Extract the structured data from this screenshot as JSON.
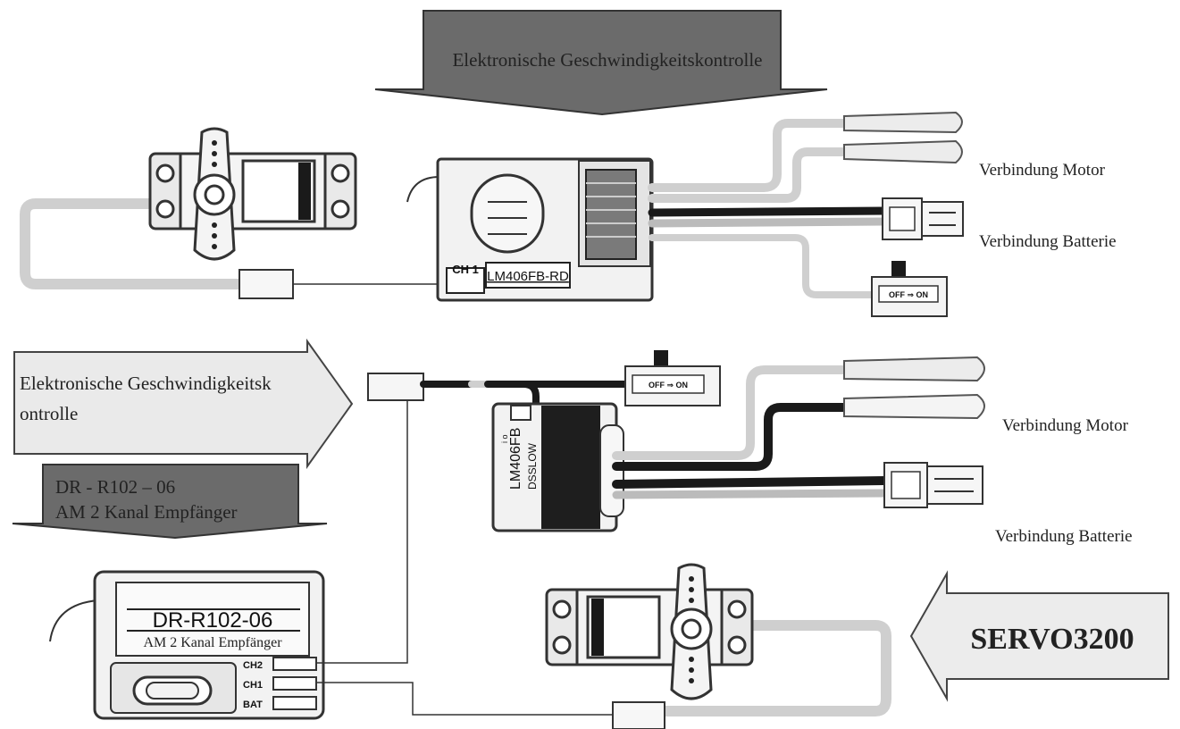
{
  "colors": {
    "arrow_dark": "#6b6b6b",
    "arrow_light": "#e8e8e8",
    "cable_gray": "#cfcfcf",
    "cable_black": "#1a1a1a",
    "device_fill": "#f2f2f2",
    "outline": "#333333"
  },
  "top_section": {
    "arrow_label": "Elektronische Geschwindigkeitskontrolle",
    "esc": {
      "channel_label": "CH 1",
      "model_label": "LM406FB-RD"
    },
    "switch_label": "OFF ⇒ ON",
    "motor_label": "Verbindung Motor",
    "battery_label": "Verbindung Batterie"
  },
  "bottom_section": {
    "arrow_label_line1": "Elektronische Geschwindigkeitsk",
    "arrow_label_line2": "ontrolle",
    "receiver_arrow_line1": "DR - R102 – 06",
    "receiver_arrow_line2": "AM 2 Kanal Empfänger",
    "receiver": {
      "model_label": "DR-R102-06",
      "subtitle": "AM 2 Kanal Empfänger",
      "port_ch2": "CH2",
      "port_ch1": "CH1",
      "port_bat": "BAT"
    },
    "switch_label": "OFF ⇒ ON",
    "esc": {
      "model_label": "LM406FB",
      "brand_label": "DSSLOW",
      "small_label": "i o"
    },
    "motor_label": "Verbindung Motor",
    "battery_label": "Verbindung Batterie",
    "servo_arrow_label": "SERVO3200"
  }
}
